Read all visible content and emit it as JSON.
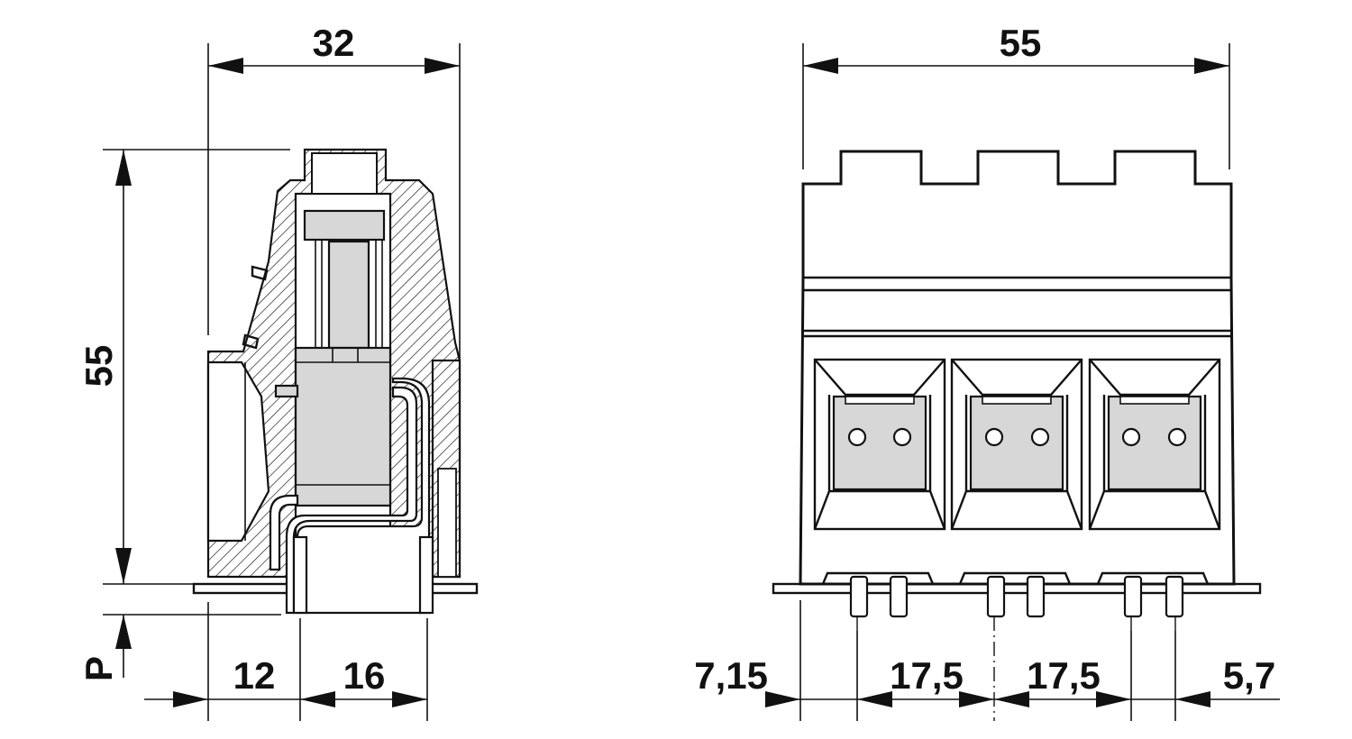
{
  "side_view": {
    "width_label": "32",
    "height_label": "55",
    "pitch_label": "P",
    "offset_label": "12",
    "pin_spacing_label": "16"
  },
  "front_view": {
    "width_label": "55",
    "edge_offset_label": "7,15",
    "pitch_1_label": "17,5",
    "pitch_2_label": "17,5",
    "edge_end_label": "5,7"
  },
  "colors": {
    "line": "#111111",
    "fill": "#d7d7d7"
  }
}
